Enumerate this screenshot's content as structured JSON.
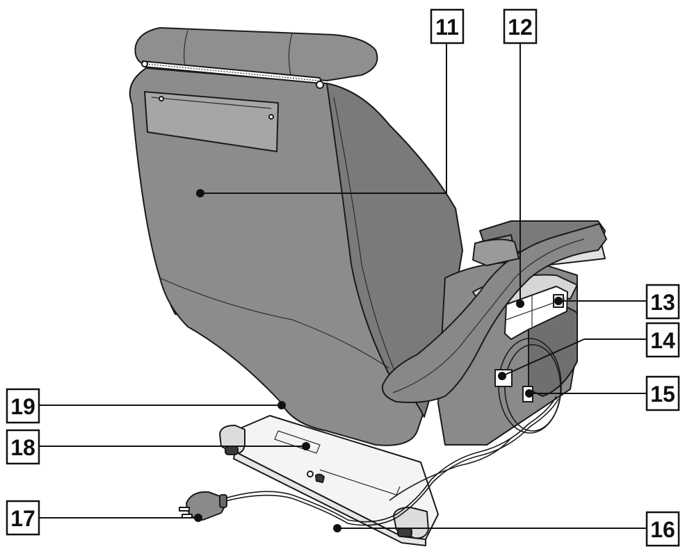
{
  "callouts": [
    {
      "id": "11",
      "label": "11"
    },
    {
      "id": "12",
      "label": "12"
    },
    {
      "id": "13",
      "label": "13"
    },
    {
      "id": "14",
      "label": "14"
    },
    {
      "id": "15",
      "label": "15"
    },
    {
      "id": "16",
      "label": "16"
    },
    {
      "id": "17",
      "label": "17"
    },
    {
      "id": "18",
      "label": "18"
    },
    {
      "id": "19",
      "label": "19"
    }
  ],
  "colors": {
    "chair_body": "#8c8c8c",
    "chair_dark": "#6e6e6e",
    "chair_light": "#a8a8a8",
    "base": "#f2f2f2",
    "outline": "#1a1a1a"
  }
}
